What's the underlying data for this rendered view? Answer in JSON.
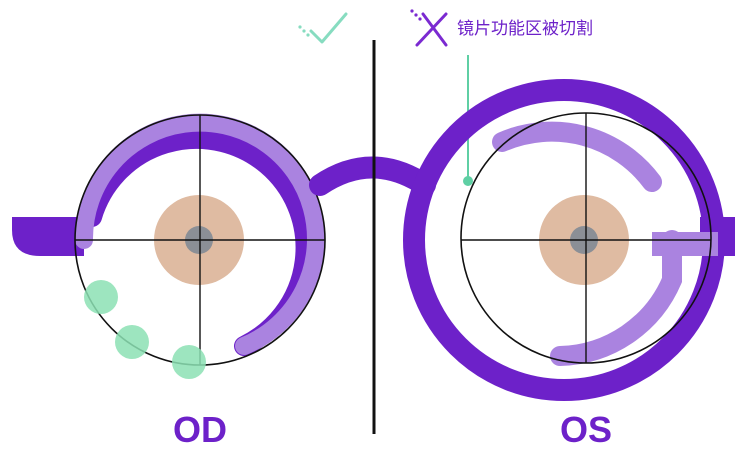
{
  "labels": {
    "left_eye": "OD",
    "right_eye": "OS",
    "annotation": "镜片功能区被切割"
  },
  "icons": {
    "ok": "check-icon",
    "bad": "cross-icon"
  },
  "colors": {
    "frame": "#6d21c9",
    "lens_zone": "#aa83e0",
    "check": "#87dcc0",
    "cross": "#7b2ad1",
    "pupil": "#dfbba2",
    "pupil_center": "#8b8f96",
    "dots": "#8ce1b4",
    "leader": "#5fcfa4",
    "divider": "#111111"
  }
}
